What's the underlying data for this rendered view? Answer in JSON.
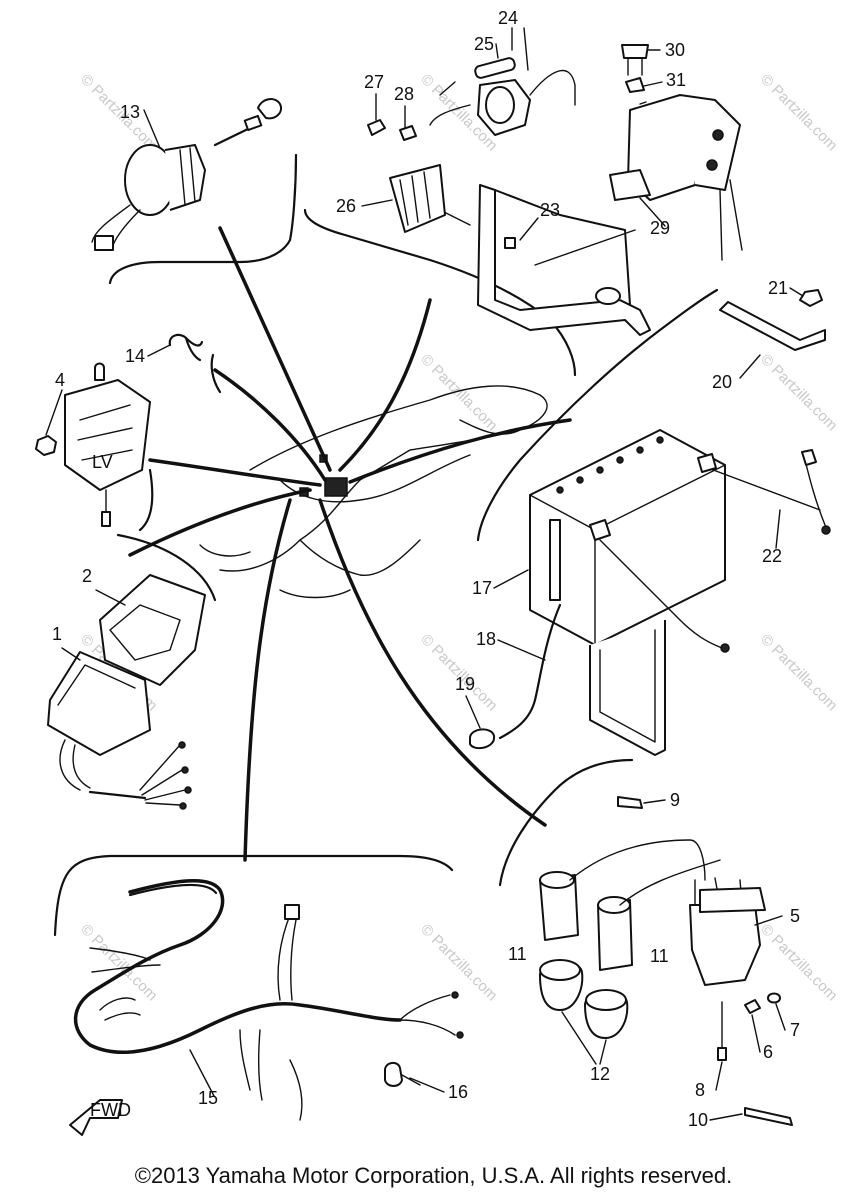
{
  "callouts": {
    "c1": "1",
    "c2": "2",
    "c4": "4",
    "c5": "5",
    "c6": "6",
    "c7": "7",
    "c8": "8",
    "c9": "9",
    "c10": "10",
    "c11a": "11",
    "c11b": "11",
    "c12": "12",
    "c13": "13",
    "c14": "14",
    "c15": "15",
    "c16": "16",
    "c17": "17",
    "c18": "18",
    "c19": "19",
    "c20": "20",
    "c21": "21",
    "c22": "22",
    "c23": "23",
    "c24": "24",
    "c25": "25",
    "c26": "26",
    "c27": "27",
    "c28": "28",
    "c29": "29",
    "c30": "30",
    "c31": "31"
  },
  "harness_tag": "FWD",
  "regulator_mark": "LV",
  "watermark": "© Partzilla.com",
  "copyright": "©2013 Yamaha Motor Corporation, U.S.A. All rights reserved."
}
